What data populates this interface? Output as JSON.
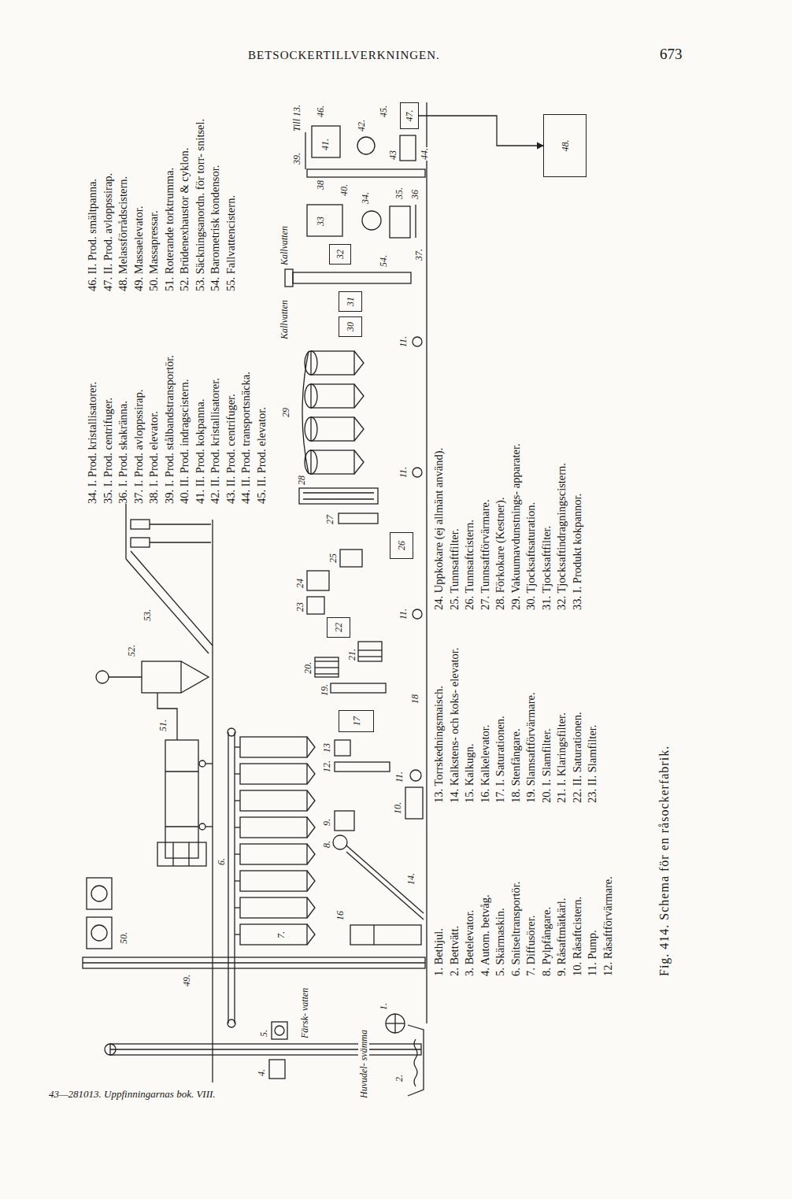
{
  "diagram": {
    "caption": "Fig. 414. Schema för en råsockerfabrik.",
    "nodes": [
      {
        "text": [
          "17"
        ]
      },
      {
        "text": [
          "22"
        ]
      },
      {
        "text": [
          "26"
        ]
      },
      {
        "text": [
          "30"
        ]
      },
      {
        "text": [
          "31"
        ]
      },
      {
        "text": [
          "32"
        ]
      },
      {
        "text": [
          "47."
        ]
      },
      {
        "text": [
          "48."
        ]
      }
    ],
    "edges": [
      {
        "from": 6,
        "to": 7,
        "arrow": "to"
      }
    ],
    "labels": [
      "BETSOCKERTILLVERKNINGEN.",
      "673",
      "Huvudel- svämma",
      "1.",
      "2.",
      "4.",
      "5.",
      "Färsk- vatten",
      "6.",
      "7.",
      "49.",
      "50.",
      "51.",
      "52.",
      "53.",
      "8.",
      "9.",
      "10.",
      "11.",
      "12.",
      "13",
      "14.",
      "16",
      "18",
      "19.",
      "20.",
      "21.",
      "23",
      "24",
      "25",
      "11.",
      "27",
      "28",
      "29",
      "11.",
      "11.",
      "Kallvatten",
      "54.",
      "Kallvatten",
      "33",
      "34.",
      "35.",
      "36",
      "37.",
      "38",
      "39.",
      "40.",
      "41.",
      "42.",
      "43",
      "44.",
      "45.",
      "46.",
      "Till 13.",
      "1. Bethjul.",
      "2. Bettvätt.",
      "3. Betelevator.",
      "4. Autom. betvåg.",
      "5. Skärmaskin.",
      "6. Snitseltransportör.",
      "7. Diffusörer.",
      "8. Pylpfångare.",
      "9. Råsaftmätkärl.",
      "10. Råsaftcistern.",
      "11. Pump.",
      "12. Råsaftförvärmare.",
      "13. Torrskedningsmaisch.",
      "14. Kalkstens- och koks- elevator.",
      "15. Kalkugn.",
      "16. Kalkelevator.",
      "17. I. Saturationen.",
      "18. Stenfångare.",
      "19. Slamsaftförvärmare.",
      "20. I. Slamfilter.",
      "21. I. Klaringsfilter.",
      "22. II. Saturationen.",
      "23. II. Slamfilter.",
      "24. Uppkokare (ej allmänt använd).",
      "25. Tunnsaftfilter.",
      "26. Tunnsaftcistern.",
      "27. Tunnsaftförvärmare.",
      "28. Förkokare (Kestner).",
      "29. Vakuumavdunstnings- apparater.",
      "30. Tjocksaftsaturation.",
      "31. Tjocksaftfilter.",
      "32. Tjocksaftindragningscistern.",
      "33. I. Produkt kokpannor.",
      "34. I. Prod. kristallisatorer.",
      "35. I. Prod. centrifuger.",
      "36. I. Prod. skakränna.",
      "37. I. Prod. avloppssirap.",
      "38. I. Prod. elevator.",
      "39. I. Prod. stålbandstransportör.",
      "40. II. Prod. indragscistern.",
      "41. II. Prod. kokpanna.",
      "42. II. Prod. kristallisatorer.",
      "43. II. Prod. centrifuger.",
      "44. II. Prod. transportsnäcka.",
      "45. II. Prod. elevator.",
      "46. II. Prod. smältpanna.",
      "47. II. Prod. avloppssirap.",
      "48. Melassförrådscistern.",
      "49. Massaelevator.",
      "50. Massapressar.",
      "51. Roterande torktrumma.",
      "52. Brüdenexhaustor & cyklon.",
      "53. Säckningsanordn. för torr- snitsel.",
      "54. Barometrisk kondensor.",
      "55. Fallvattencistern.",
      "43—281013. Uppfinningarnas bok. VIII."
    ]
  }
}
